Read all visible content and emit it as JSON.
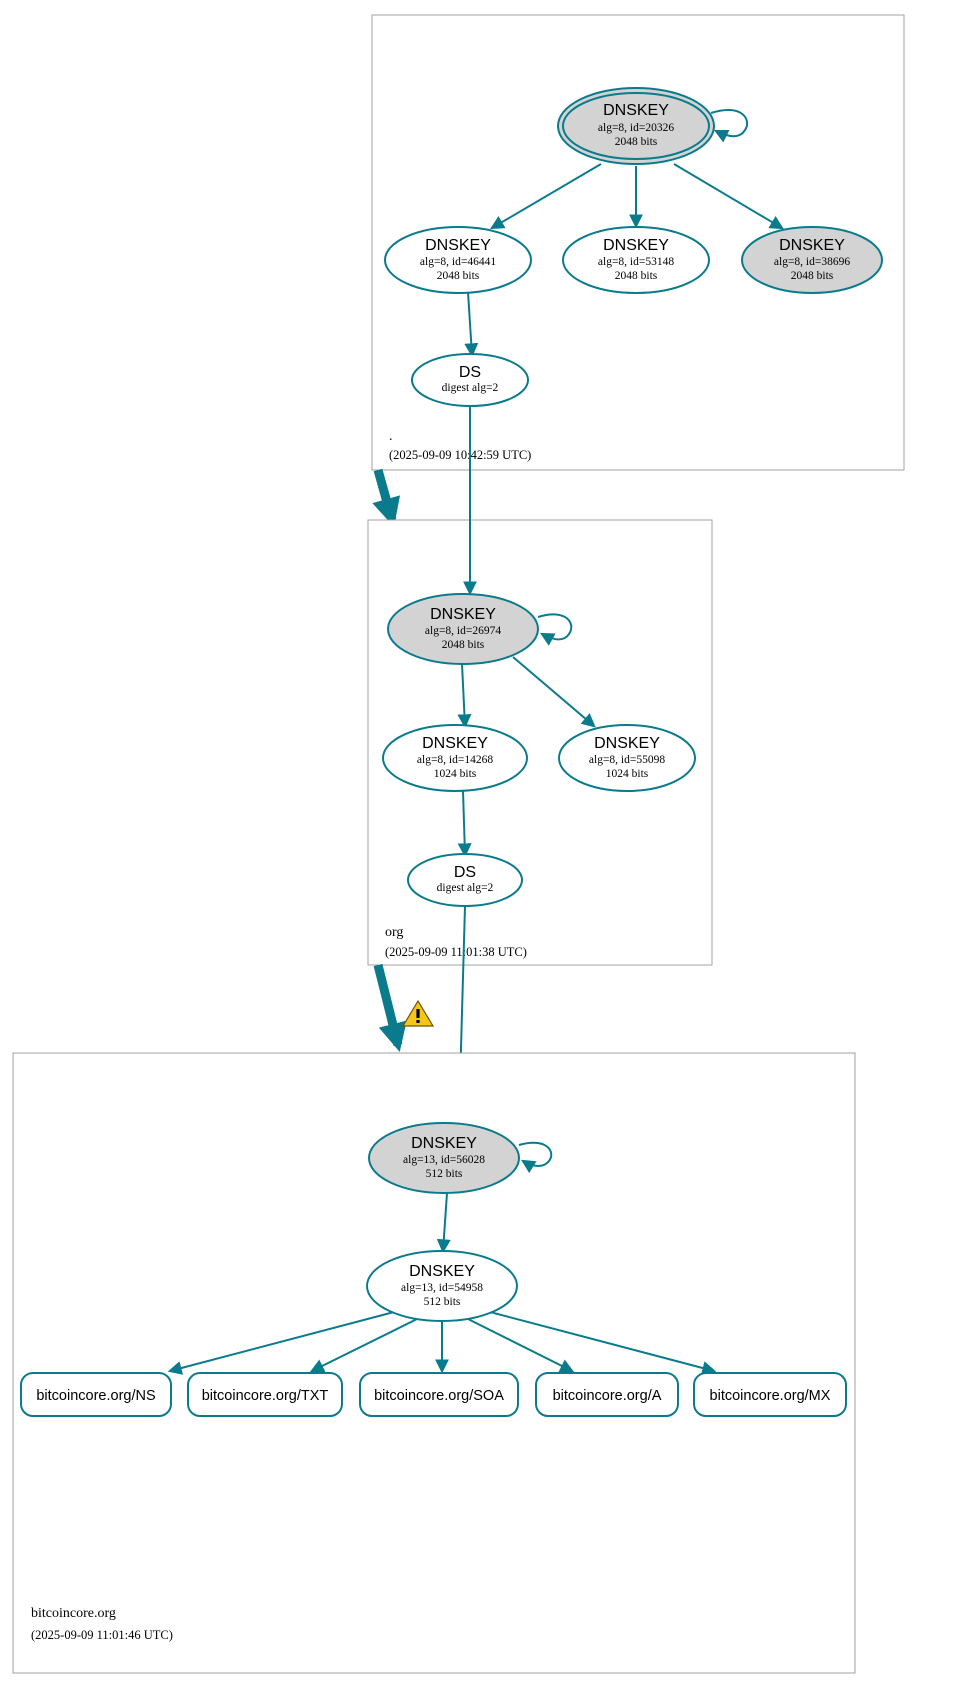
{
  "diagram": {
    "kind": "dnssec-authentication-chain",
    "colors": {
      "edge": "#0a7b8c",
      "node_stroke": "#0a7b8c",
      "secure_key_fill": "#d3d3d3",
      "plain_fill": "#ffffff",
      "zone_border": "#a0a0a0",
      "warning": "#f5c518"
    }
  },
  "zones": [
    {
      "id": "root",
      "label": ".",
      "timestamp": "(2025-09-09 10:42:59 UTC)",
      "nodes": [
        {
          "id": "root-ksk",
          "type": "DNSKEY",
          "title": "DNSKEY",
          "line2": "alg=8, id=20326",
          "line3": "2048 bits",
          "shape": "double-ellipse",
          "fill": "grey",
          "self_signed": true
        },
        {
          "id": "root-zsk-46441",
          "type": "DNSKEY",
          "title": "DNSKEY",
          "line2": "alg=8, id=46441",
          "line3": "2048 bits",
          "shape": "ellipse",
          "fill": "white",
          "self_signed": false
        },
        {
          "id": "root-zsk-53148",
          "type": "DNSKEY",
          "title": "DNSKEY",
          "line2": "alg=8, id=53148",
          "line3": "2048 bits",
          "shape": "ellipse",
          "fill": "white",
          "self_signed": false
        },
        {
          "id": "root-zsk-38696",
          "type": "DNSKEY",
          "title": "DNSKEY",
          "line2": "alg=8, id=38696",
          "line3": "2048 bits",
          "shape": "ellipse",
          "fill": "grey",
          "self_signed": false
        },
        {
          "id": "root-ds",
          "type": "DS",
          "title": "DS",
          "line2": "digest alg=2",
          "line3": "",
          "shape": "ellipse",
          "fill": "white",
          "self_signed": false
        }
      ]
    },
    {
      "id": "org",
      "label": "org",
      "timestamp": "(2025-09-09 11:01:38 UTC)",
      "nodes": [
        {
          "id": "org-ksk",
          "type": "DNSKEY",
          "title": "DNSKEY",
          "line2": "alg=8, id=26974",
          "line3": "2048 bits",
          "shape": "ellipse",
          "fill": "grey",
          "self_signed": true
        },
        {
          "id": "org-zsk-14268",
          "type": "DNSKEY",
          "title": "DNSKEY",
          "line2": "alg=8, id=14268",
          "line3": "1024 bits",
          "shape": "ellipse",
          "fill": "white",
          "self_signed": false
        },
        {
          "id": "org-zsk-55098",
          "type": "DNSKEY",
          "title": "DNSKEY",
          "line2": "alg=8, id=55098",
          "line3": "1024 bits",
          "shape": "ellipse",
          "fill": "white",
          "self_signed": false
        },
        {
          "id": "org-ds",
          "type": "DS",
          "title": "DS",
          "line2": "digest alg=2",
          "line3": "",
          "shape": "ellipse",
          "fill": "white",
          "self_signed": false
        }
      ]
    },
    {
      "id": "bitcoincore",
      "label": "bitcoincore.org",
      "timestamp": "(2025-09-09 11:01:46 UTC)",
      "nodes": [
        {
          "id": "bc-ksk",
          "type": "DNSKEY",
          "title": "DNSKEY",
          "line2": "alg=13, id=56028",
          "line3": "512 bits",
          "shape": "ellipse",
          "fill": "grey",
          "self_signed": true
        },
        {
          "id": "bc-zsk",
          "type": "DNSKEY",
          "title": "DNSKEY",
          "line2": "alg=13, id=54958",
          "line3": "512 bits",
          "shape": "ellipse",
          "fill": "white",
          "self_signed": false
        }
      ],
      "rrsets": [
        {
          "id": "rr-ns",
          "label": "bitcoincore.org/NS"
        },
        {
          "id": "rr-txt",
          "label": "bitcoincore.org/TXT"
        },
        {
          "id": "rr-soa",
          "label": "bitcoincore.org/SOA"
        },
        {
          "id": "rr-a",
          "label": "bitcoincore.org/A"
        },
        {
          "id": "rr-mx",
          "label": "bitcoincore.org/MX"
        }
      ]
    }
  ],
  "warning": {
    "icon": "warning-triangle-icon",
    "glyph": "!"
  }
}
